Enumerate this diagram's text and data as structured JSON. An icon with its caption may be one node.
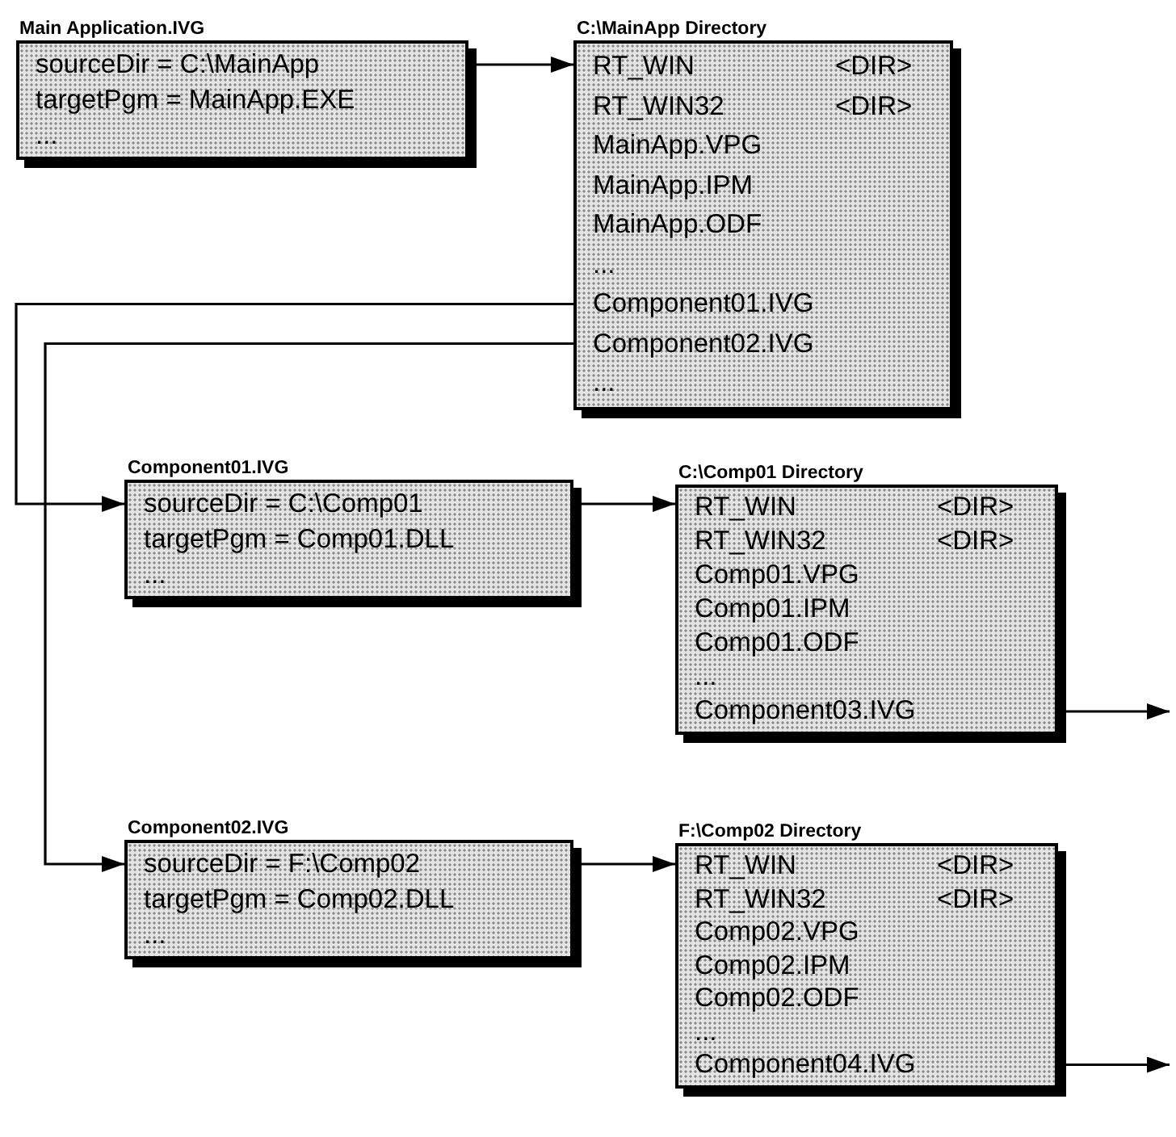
{
  "diagram": {
    "nodes": [
      {
        "text": [
          "Main Application.IVG",
          "sourceDir = C:\\MainApp",
          "targetPgm = MainApp.EXE",
          "..."
        ]
      },
      {
        "text": [
          "C:\\MainApp Directory",
          "RT_WIN",
          "<DIR>",
          "RT_WIN32",
          "<DIR>",
          "MainApp.VPG",
          "MainApp.IPM",
          "MainApp.ODF",
          "...",
          "Component01.IVG",
          "Component02.IVG",
          "..."
        ]
      },
      {
        "text": [
          "Component01.IVG",
          "sourceDir = C:\\Comp01",
          "targetPgm = Comp01.DLL",
          "..."
        ]
      },
      {
        "text": [
          "C:\\Comp01 Directory",
          "RT_WIN",
          "<DIR>",
          "RT_WIN32",
          "<DIR>",
          "Comp01.VPG",
          "Comp01.IPM",
          "Comp01.ODF",
          "...",
          "Component03.IVG"
        ]
      },
      {
        "text": [
          "Component02.IVG",
          "sourceDir = F:\\Comp02",
          "targetPgm = Comp02.DLL",
          "..."
        ]
      },
      {
        "text": [
          "F:\\Comp02 Directory",
          "RT_WIN",
          "<DIR>",
          "RT_WIN32",
          "<DIR>",
          "Comp02.VPG",
          "Comp02.IPM",
          "Comp02.ODF",
          "...",
          "Component04.IVG"
        ]
      }
    ],
    "edges": [
      {
        "from": 0,
        "to": 1,
        "arrow": "to"
      },
      {
        "from": 1,
        "to": 2,
        "arrow": "to"
      },
      {
        "from": 1,
        "to": 4,
        "arrow": "to"
      },
      {
        "from": 2,
        "to": 3,
        "arrow": "to"
      },
      {
        "from": 4,
        "to": 5,
        "arrow": "to"
      },
      {
        "from": 3,
        "to": null,
        "arrow": "to"
      },
      {
        "from": 5,
        "to": null,
        "arrow": "to"
      }
    ]
  }
}
